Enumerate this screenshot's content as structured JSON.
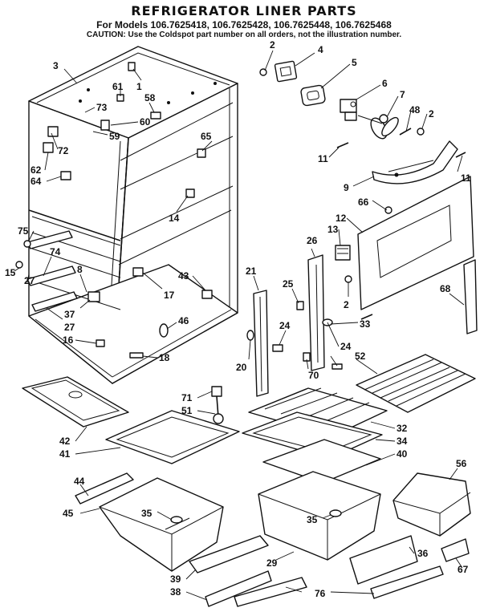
{
  "header": {
    "title": "REFRIGERATOR LINER PARTS",
    "models": "For Models 106.7625418, 106.7625428, 106.7625448, 106.7625468",
    "caution": "CAUTION: Use the Coldspot part number on all orders, not the illustration number."
  },
  "callouts": {
    "c2a": "2",
    "c4": "4",
    "c5": "5",
    "c6": "6",
    "c7": "7",
    "c48": "48",
    "c2b": "2",
    "c11a": "11",
    "c11b": "11",
    "c9": "9",
    "c66": "66",
    "c12": "12",
    "c13": "13",
    "c2c": "2",
    "c3": "3",
    "c61": "61",
    "c1": "1",
    "c73": "73",
    "c58": "58",
    "c60": "60",
    "c59": "59",
    "c72": "72",
    "c65": "65",
    "c62": "62",
    "c64": "64",
    "c14": "14",
    "c75": "75",
    "c74": "74",
    "c15": "15",
    "c27a": "27",
    "c8": "8",
    "c37": "37",
    "c27b": "27",
    "c17": "17",
    "c43": "43",
    "c16": "16",
    "c46": "46",
    "c18": "18",
    "c21": "21",
    "c26": "26",
    "c25": "25",
    "c68": "68",
    "c24a": "24",
    "c33": "33",
    "c24b": "24",
    "c20": "20",
    "c70": "70",
    "c52": "52",
    "c71": "71",
    "c51": "51",
    "c32": "32",
    "c34": "34",
    "c40": "40",
    "c42": "42",
    "c41": "41",
    "c44": "44",
    "c45": "45",
    "c35a": "35",
    "c35b": "35",
    "c56": "56",
    "c36": "36",
    "c29": "29",
    "c39": "39",
    "c38": "38",
    "c76": "76",
    "c67": "67"
  }
}
